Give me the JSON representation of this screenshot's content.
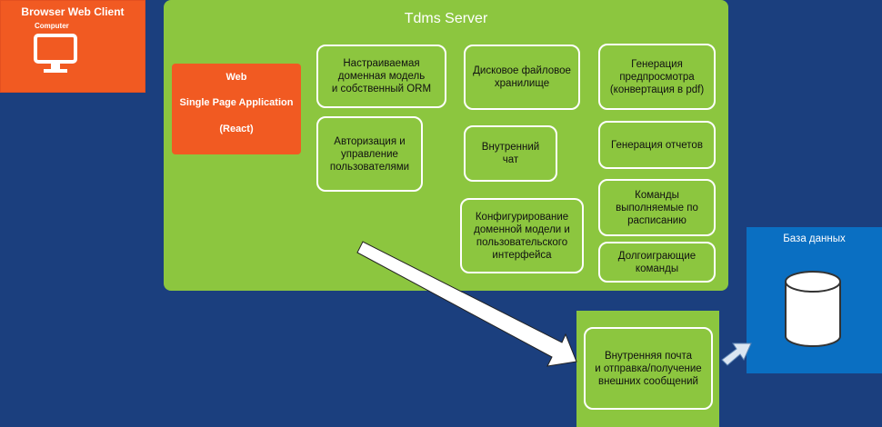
{
  "client": {
    "title": "Browser Web Client",
    "subtitle": "Computer",
    "icon": "monitor-icon"
  },
  "server": {
    "title": "Tdms Server",
    "spa": {
      "line1": "Web",
      "line2": "Single Page Application",
      "line3": "(React)"
    },
    "modules": {
      "domain_model": "Настраиваемая\nдоменная модель\nи собственный ORM",
      "auth": "Авторизация и\nуправление\nпользователями",
      "file_storage": "Дисковое файловое\nхранилище",
      "chat": "Внутренний\nчат",
      "config": "Конфигурирование\nдоменной модели и\nпользовательского\nинтерфейса",
      "preview": "Генерация\nпредпросмотра\n(конвертация в pdf)",
      "reports": "Генерация отчетов",
      "scheduled": "Команды\nвыполняемые по\nрасписанию",
      "long_running": "Долгоиграющие\nкоманды"
    }
  },
  "mail": {
    "label": "Внутренняя почта\nи отправка/получение\nвнешних сообщений"
  },
  "database": {
    "title": "База данных",
    "icon": "database-icon"
  },
  "colors": {
    "background": "#1b3f7e",
    "client": "#f15a22",
    "server": "#8cc63f",
    "database": "#0a6fc2"
  }
}
